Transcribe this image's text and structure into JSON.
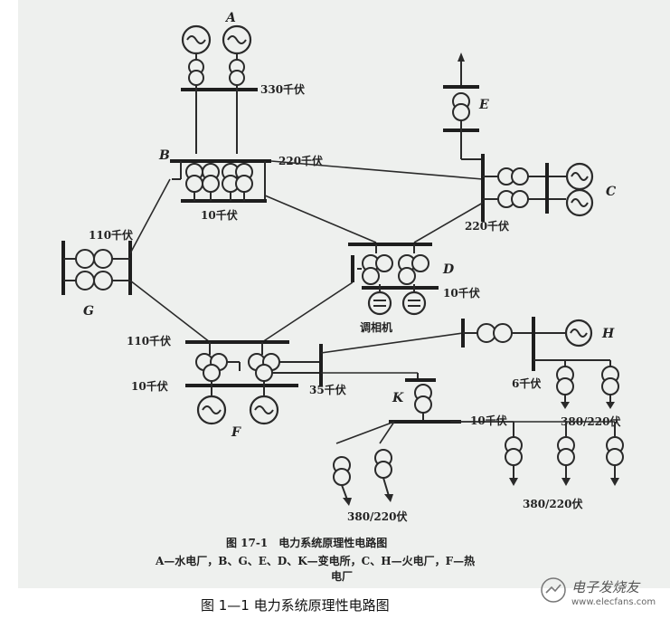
{
  "labels": {
    "A": "A",
    "B": "B",
    "C": "C",
    "D": "D",
    "E": "E",
    "F": "F",
    "G": "G",
    "H": "H",
    "K": "K"
  },
  "voltages": {
    "v330": "330千伏",
    "v220_b": "220千伏",
    "v10_b": "10千伏",
    "v220_c": "220千伏",
    "v110_g": "110千伏",
    "v10_d": "10千伏",
    "v110_f": "110千伏",
    "v10_f": "10千伏",
    "v35_f": "35千伏",
    "v6_h": "6千伏",
    "v380_h": "380/220伏",
    "v10_k": "10千伏",
    "v380_k_right": "380/220伏",
    "v380_k_left": "380/220伏"
  },
  "synchronous_condenser": "调相机",
  "caption": {
    "title": "图 17-1　电力系统原理性电路图",
    "legend_line1": "A—水电厂，B、G、E、D、K—变电所，C、H—火电厂，F—热",
    "legend_line2": "电厂"
  },
  "figure_title": "图 1—1  电力系统原理性电路图",
  "watermark": {
    "brand": "电子发烧友",
    "url": "www.elecfans.com"
  }
}
